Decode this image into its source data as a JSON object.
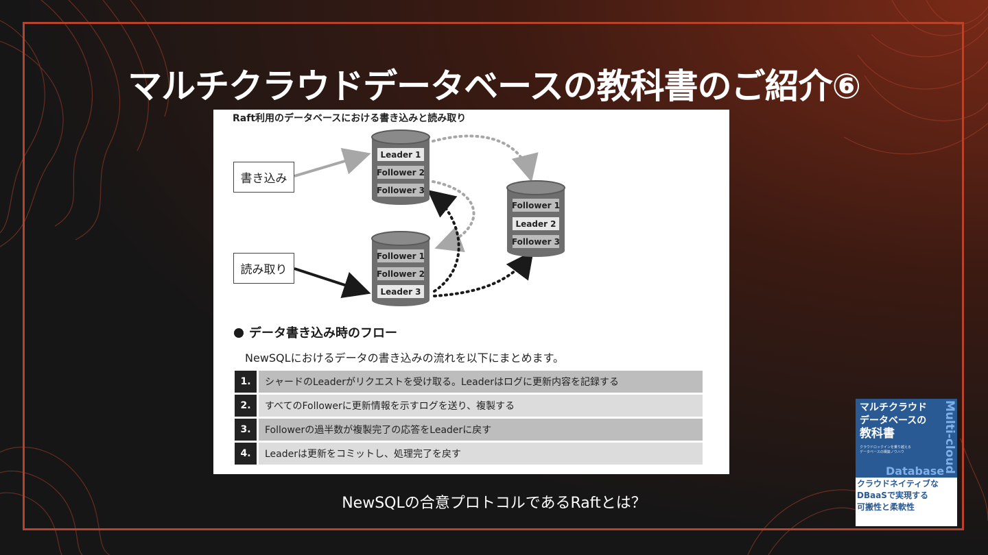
{
  "slide": {
    "title": "マルチクラウドデータベースの教科書のご紹介⑥",
    "caption": "NewSQLの合意プロトコルであるRaftとは？"
  },
  "figure": {
    "title": "Raft利用のデータベースにおける書き込みと読み取り",
    "write_label": "書き込み",
    "read_label": "読み取り",
    "db_top": [
      "Leader 1",
      "Follower 2",
      "Follower 3"
    ],
    "db_right": [
      "Follower 1",
      "Leader 2",
      "Follower 3"
    ],
    "db_bottom": [
      "Follower 1",
      "Follower 2",
      "Leader 3"
    ]
  },
  "flow": {
    "heading": "データ書き込み時のフロー",
    "intro": "NewSQLにおけるデータの書き込みの流れを以下にまとめます。",
    "steps": [
      {
        "num": "1.",
        "text": "シャードのLeaderがリクエストを受け取る。Leaderはログに更新内容を記録する"
      },
      {
        "num": "2.",
        "text": "すべてのFollowerに更新情報を示すログを送り、複製する"
      },
      {
        "num": "3.",
        "text": "Followerの過半数が複製完了の応答をLeaderに戻す"
      },
      {
        "num": "4.",
        "text": "Leaderは更新をコミットし、処理完了を戻す"
      }
    ]
  },
  "book": {
    "title_line1": "マルチクラウド",
    "title_line2": "データベースの",
    "title_line3": "教科書",
    "subtitle_line1": "クラウドロックインを乗り越える",
    "subtitle_line2": "データベースの構築ノウハウ",
    "vertical": "Multi-cloud",
    "database": "Database",
    "catch_line1": "クラウドネイティブな",
    "catch_line2": "DBaaSで実現する",
    "catch_line3": "可搬性と柔軟性"
  },
  "colors": {
    "accent": "#b9432a",
    "book_blue": "#2a5a93"
  }
}
